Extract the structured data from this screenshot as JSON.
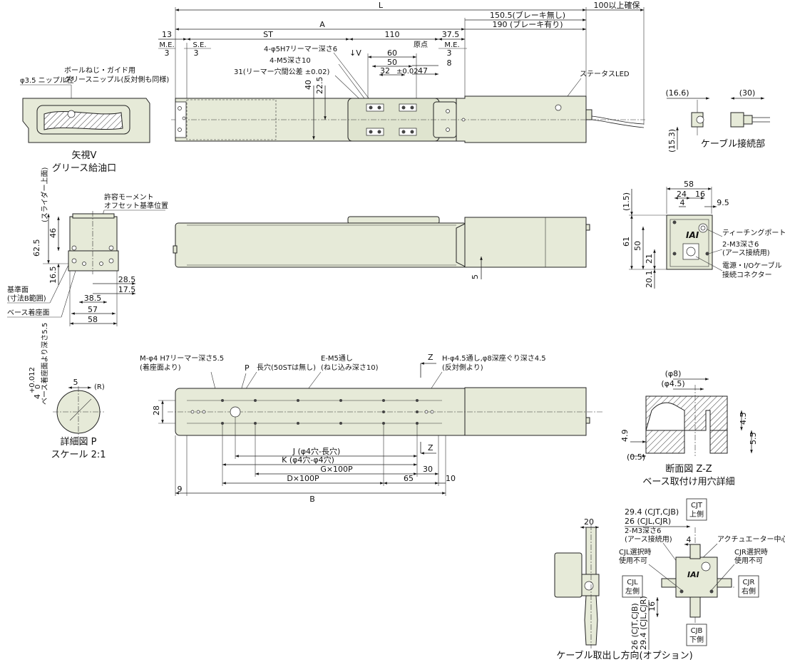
{
  "top_view": {
    "dims": {
      "L": "L",
      "A": "A",
      "ST": "ST",
      "d13": "13",
      "ME_left": "M.E.",
      "d3_left": "3",
      "SE": "S.E.",
      "d110": "110",
      "d37_5": "37.5",
      "ME_right": "M.E.",
      "d3_right": "3",
      "d8": "8",
      "d47": "47",
      "origin": "原点",
      "d60": "60",
      "d50": "50",
      "d32": "32",
      "d32_tol": "±0.02",
      "d150": "150.5(ブレーキ無し)",
      "d190": "190 (ブレーキ有り)",
      "d100": "100以上確保",
      "d40": "40",
      "d22_5": "22.5"
    },
    "notes": {
      "reamer": "4-φ5H7リーマー深さ6",
      "m5": "4-M5深さ10",
      "pitch": "31(リーマー穴間公差 ±0.02)",
      "status_led": "ステータスLED",
      "arrow_v": "↓V"
    }
  },
  "view_v": {
    "nipple": "φ3.5 ニップル径",
    "grease_note1": "ボールねじ・ガイド用",
    "grease_note2": "グリースニップル(反対側も同様)",
    "caption1": "矢視V",
    "caption2": "グリース給油口"
  },
  "cable_joint": {
    "d16_6": "(16.6)",
    "d30": "(30)",
    "d15_3": "(15.3)",
    "caption": "ケーブル接続部"
  },
  "end_view": {
    "moment": "許容モーメント",
    "offset": "オフセット基準位置",
    "slider_top": "(スライダー上面)",
    "d62_5": "62.5",
    "d46": "46",
    "d16_5": "16.5",
    "d28_5": "28.5",
    "d17_5": "17.5",
    "d38_5": "38.5",
    "d57": "57",
    "d58": "58",
    "ref_face1": "基準面",
    "ref_face2": "(寸法B範囲)",
    "base_face": "ベース着座面"
  },
  "side_view": {
    "d5": "5"
  },
  "right_end": {
    "d58": "58",
    "d24": "24",
    "d16": "16",
    "d4": "4",
    "d9_5": "9.5",
    "d1_5": "(1.5)",
    "d61": "61",
    "d50": "50",
    "d21": "21",
    "d20_1": "20.1",
    "teaching": "ティーチングポート",
    "m3a": "2-M3深さ6",
    "m3b": "(アース接続用)",
    "conn1": "電源・I/Oケーブル",
    "conn2": "接続コネクター",
    "logo": "IAI"
  },
  "bottom_view": {
    "m_reamer": "M-φ4 H7リーマー深さ5.5",
    "m_reamer2": "(着座面より)",
    "p_label": "P",
    "slot1": "長穴(50STは無し)",
    "e_m5": "E-M5通し",
    "e_m5b": "(ねじ込み深さ10)",
    "h_hole": "H-φ4.5通し,φ8深座ぐり深さ4.5",
    "h_hole2": "(反対側より)",
    "z_top": "Z",
    "z_bot": "Z",
    "d28": "28",
    "J": "J (φ4穴-長穴)",
    "K": "K (φ4穴-φ4穴)",
    "G": "G×100P",
    "D": "D×100P",
    "d30": "30",
    "d65": "65",
    "d10": "10",
    "d9": "9",
    "B": "B"
  },
  "detail_p": {
    "d5": "5",
    "R": "(R)",
    "tol": "4",
    "tol_sup": "+0.012",
    "tol_sub": "0",
    "note": "ベース着座面より深さ5.5",
    "caption1": "詳細図 P",
    "caption2": "スケール 2:1"
  },
  "section_zz": {
    "d8": "(φ8)",
    "d4_5": "(φ4.5)",
    "d4_9": "4.9",
    "d0_5": "(0.5)",
    "d4_5r": "4.5",
    "d5_5": "5.5",
    "caption1": "断面図 Z-Z",
    "caption2": "ベース取付け用穴詳細"
  },
  "cable_option": {
    "d20": "20",
    "d29_4_top": "29.4 (CJT,CJB)",
    "d26_top": "26 (CJL,CJR)",
    "m3a": "2-M3深さ6",
    "m3b": "(アース接続用)",
    "d4": "4",
    "center": "アクチュエーター中心",
    "cjl_note1": "CJL選択時",
    "cjl_note2": "使用不可",
    "cjr_note1": "CJR選択時",
    "cjr_note2": "使用不可",
    "cjt1": "CJT",
    "cjt2": "上側",
    "cjl1": "CJL",
    "cjl2": "左側",
    "cjr1": "CJR",
    "cjr2": "右側",
    "cjb1": "CJB",
    "cjb2": "下側",
    "d16": "16",
    "d26_left": "26 (CJT,CJB)",
    "d29_4_left": "29.4 (CJL,CJR)",
    "caption": "ケーブル取出し方向(オプション)",
    "logo": "IAI"
  }
}
